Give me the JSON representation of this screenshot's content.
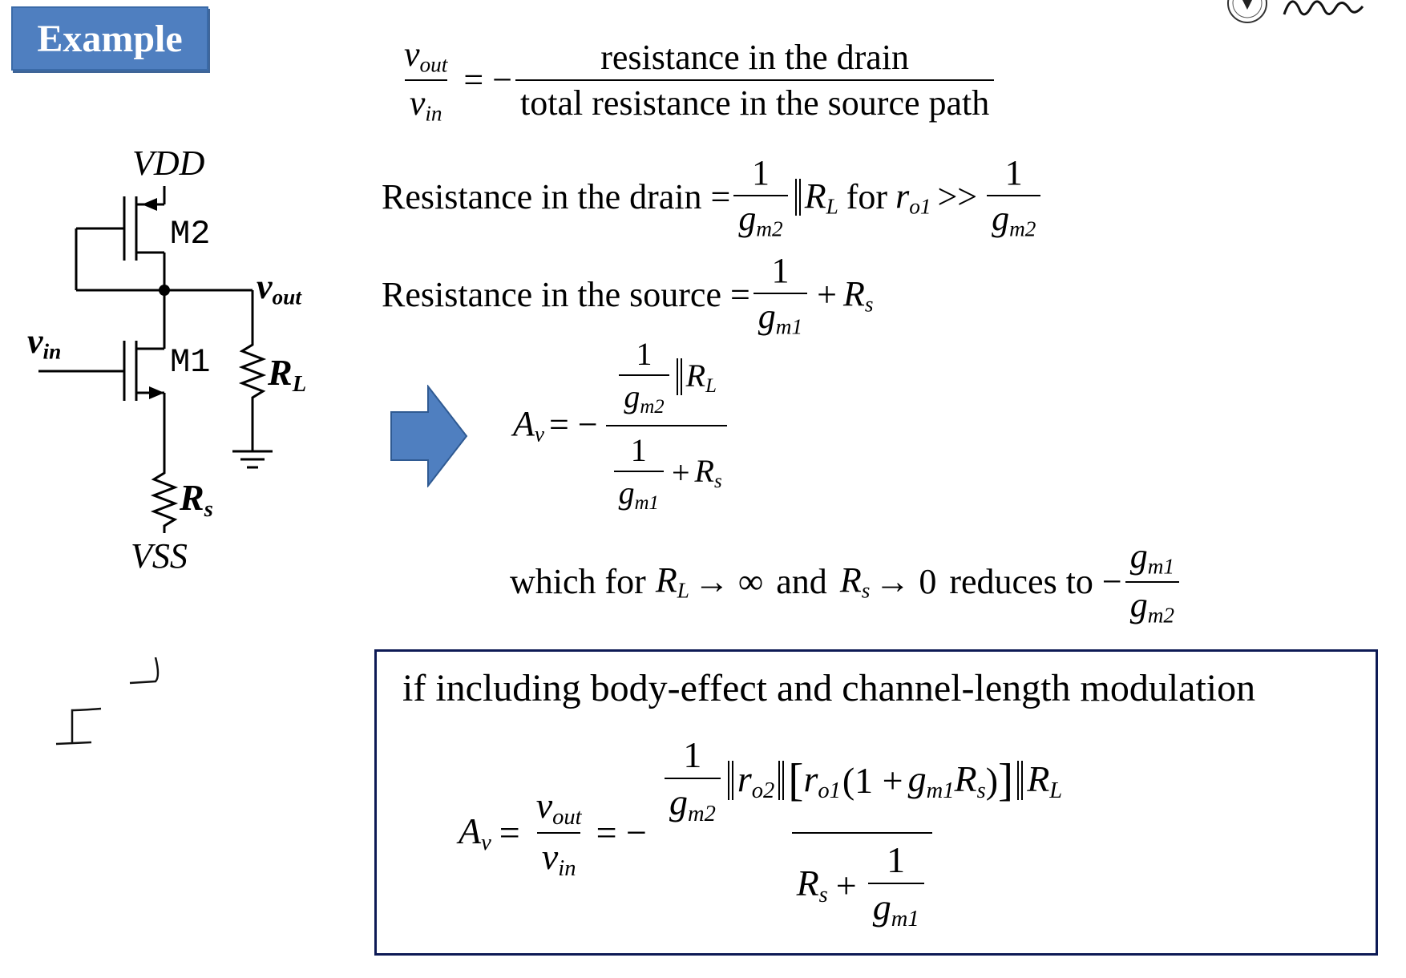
{
  "header": {
    "tag_label": "Example"
  },
  "circuit": {
    "vdd_label": "VDD",
    "vss_label": "VSS",
    "m2_label": "M2",
    "m1_label": "M1",
    "vout_label": "v",
    "vout_sub": "out",
    "vin_label": "v",
    "vin_sub": "in",
    "rl_label": "R",
    "rl_sub": "L",
    "rs_label": "R",
    "rs_sub": "s"
  },
  "eq1": {
    "lhs_num": "v",
    "lhs_num_sub": "out",
    "lhs_den": "v",
    "lhs_den_sub": "in",
    "equals": "= −",
    "rhs_num": "resistance in the drain",
    "rhs_den": "total resistance in the source path"
  },
  "eq2": {
    "label": "Resistance in the drain =",
    "one": "1",
    "gm": "g",
    "gm_sub": "m2",
    "rl": "R",
    "rl_sub": "L",
    "for": "for",
    "ro": "r",
    "ro_sub": "o1",
    "gt": ">>",
    "one2": "1",
    "gm2": "g",
    "gm2_sub": "m2"
  },
  "eq3": {
    "label": "Resistance in the source =",
    "one": "1",
    "gm": "g",
    "gm_sub": "m1",
    "plus": "+",
    "rs": "R",
    "rs_sub": "s"
  },
  "eq4": {
    "av": "A",
    "av_sub": "v",
    "equals": "= −",
    "one_a": "1",
    "gm_a": "g",
    "gm_a_sub": "m2",
    "rl": "R",
    "rl_sub": "L",
    "one_b": "1",
    "gm_b": "g",
    "gm_b_sub": "m1",
    "plus": "+",
    "rs": "R",
    "rs_sub": "s"
  },
  "eq5": {
    "which_for": "which for",
    "rl": "R",
    "rl_sub": "L",
    "to_inf": "→ ∞",
    "and": "and",
    "rs": "R",
    "rs_sub": "s",
    "to_zero": "→ 0",
    "reduces": "reduces to −",
    "gm1": "g",
    "gm1_sub": "m1",
    "gm2": "g",
    "gm2_sub": "m2"
  },
  "box": {
    "title": "if including body-effect and channel-length modulation",
    "av": "A",
    "av_sub": "v",
    "eq1": "=",
    "vout": "v",
    "vout_sub": "out",
    "vin": "v",
    "vin_sub": "in",
    "eq2": "= −",
    "one_a": "1",
    "gm_a": "g",
    "gm_a_sub": "m2",
    "ro2": "r",
    "ro2_sub": "o2",
    "lbrack": "[",
    "ro1": "r",
    "ro1_sub": "o1",
    "lparen": "(1 +",
    "gm": "g",
    "gm_sub": "m1",
    "rs": "R",
    "rs_sub": "s",
    "rparen": ")",
    "rbrack": "]",
    "rl": "R",
    "rl_sub": "L",
    "rs2": "R",
    "rs2_sub": "s",
    "plus": "+",
    "one_b": "1",
    "gm_b": "g",
    "gm_b_sub": "m1"
  },
  "colors": {
    "tag_bg": "#4f7fc0",
    "arrow": "#4f7fc0",
    "box_border": "#0d1a55"
  }
}
